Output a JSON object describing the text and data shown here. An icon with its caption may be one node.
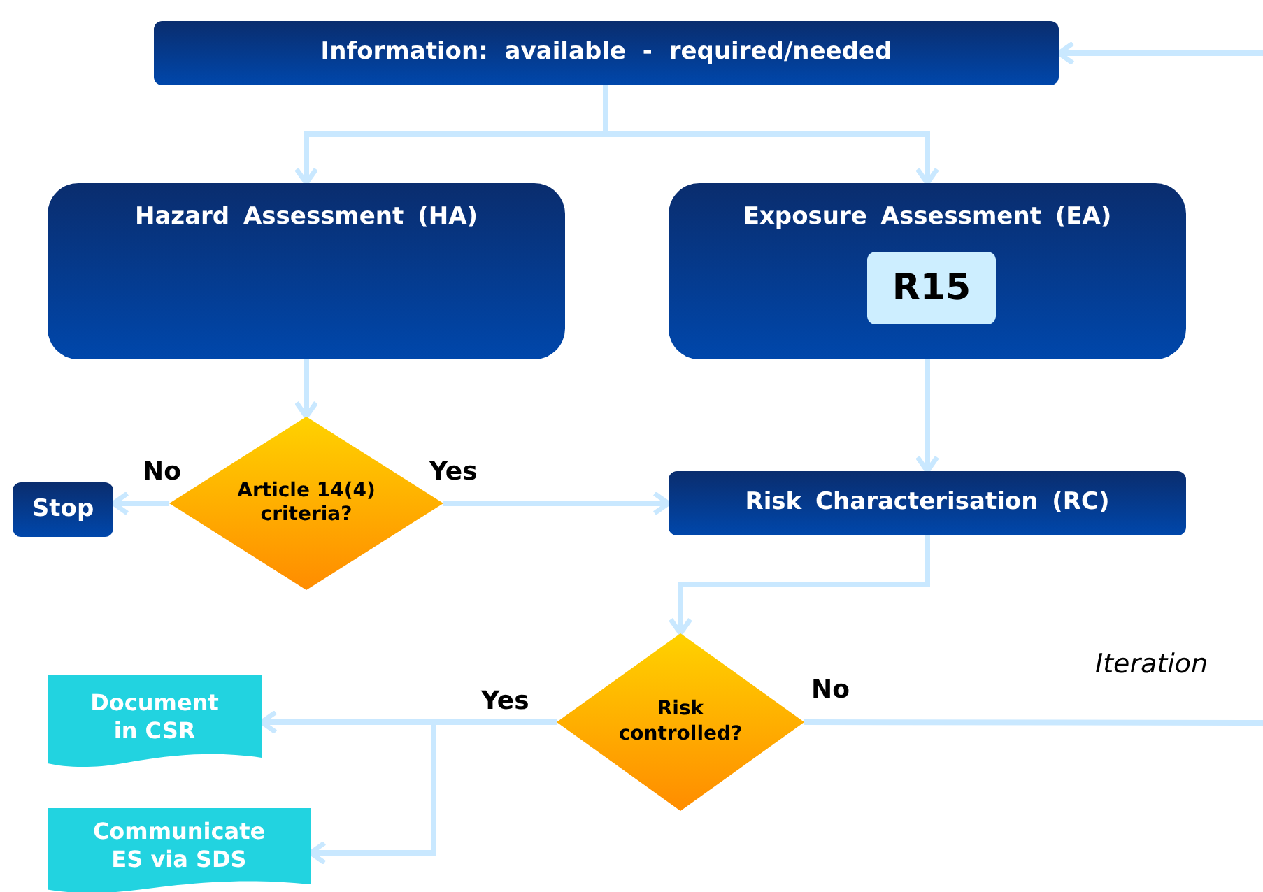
{
  "diagram": {
    "nodes": [
      {
        "text": [
          "Information: available - required/needed"
        ]
      },
      {
        "text": [
          "Hazard Assessment (HA)"
        ]
      },
      {
        "text": [
          "Exposure Assessment (EA)"
        ]
      },
      {
        "text": [
          "R15"
        ],
        "in": 2
      },
      {
        "text": [
          "Article 14(4) criteria?"
        ]
      },
      {
        "text": [
          "Stop"
        ]
      },
      {
        "text": [
          "Risk Characterisation (RC)"
        ]
      },
      {
        "text": [
          "Risk controlled?"
        ]
      },
      {
        "text": [
          "Document in CSR"
        ]
      },
      {
        "text": [
          "Communicate ES via SDS"
        ]
      }
    ],
    "edges": [
      {
        "from": 0,
        "to": 1,
        "arrow": "to"
      },
      {
        "from": 0,
        "to": 2,
        "arrow": "to"
      },
      {
        "from": 1,
        "to": 4,
        "arrow": "to"
      },
      {
        "from": 4,
        "to": 5,
        "arrow": "to",
        "label": "No"
      },
      {
        "from": 4,
        "to": 6,
        "arrow": "to",
        "label": "Yes"
      },
      {
        "from": 2,
        "to": 6,
        "arrow": "to"
      },
      {
        "from": 6,
        "to": 7,
        "arrow": "to"
      },
      {
        "from": 7,
        "to": 8,
        "arrow": "to",
        "label": "Yes"
      },
      {
        "from": 7,
        "to": 9,
        "arrow": "to"
      },
      {
        "from": 7,
        "to": null,
        "arrow": "none",
        "label": "No"
      },
      {
        "from": null,
        "to": 0,
        "arrow": "to"
      }
    ],
    "labels": [
      "Iteration"
    ]
  }
}
